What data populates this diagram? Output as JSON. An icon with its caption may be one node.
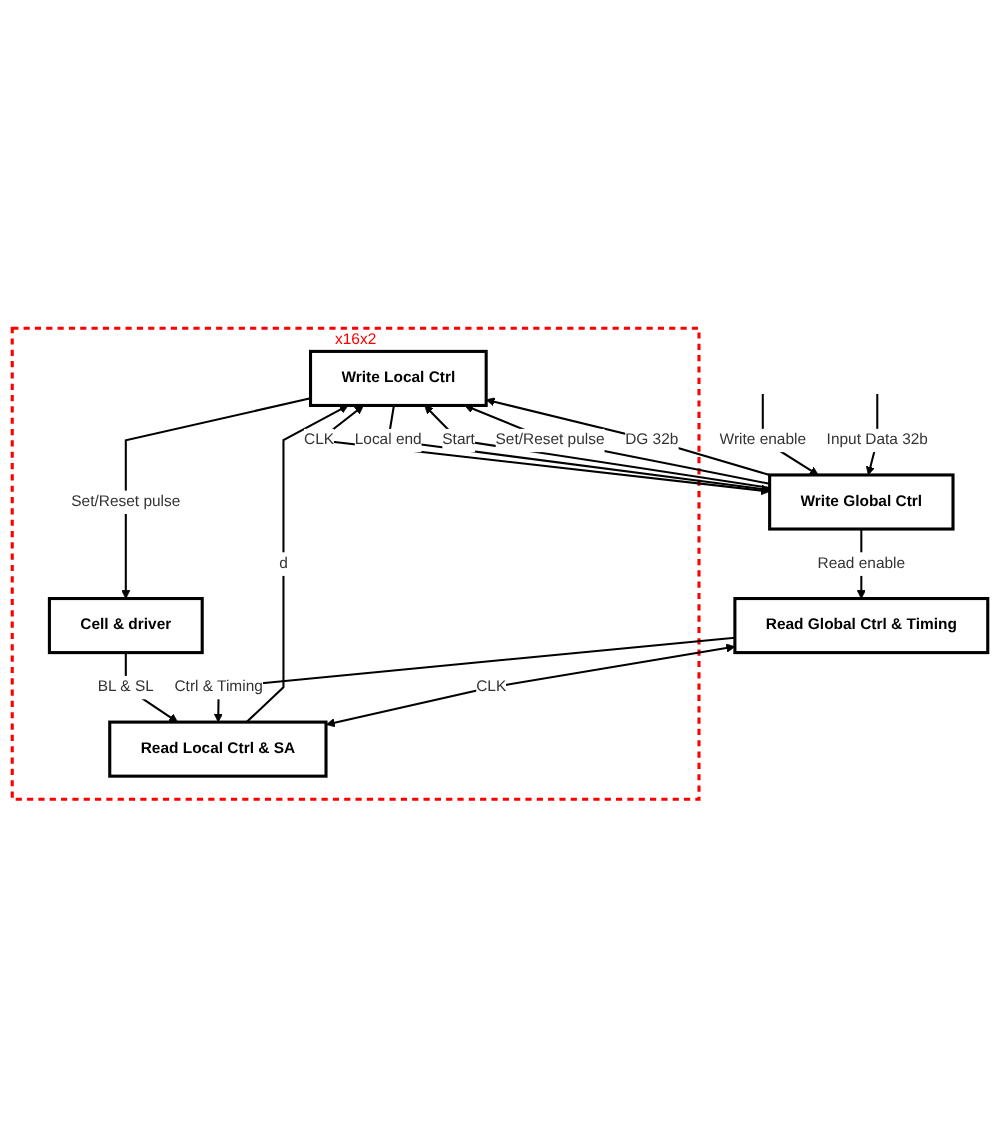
{
  "diagram": {
    "nodes": [
      {
        "text": [
          "x16x2"
        ]
      },
      {
        "text": [
          "Write Local Ctrl"
        ],
        "in": 0
      },
      {
        "text": [
          "Write Global Ctrl"
        ]
      },
      {
        "text": [
          "Cell & driver"
        ],
        "in": 0
      },
      {
        "text": [
          "Read Local Ctrl & SA"
        ],
        "in": 0
      },
      {
        "text": [
          "Read Global Ctrl & Timing"
        ]
      }
    ],
    "edges": [
      {
        "from": 1,
        "to": 2,
        "arrow": "both",
        "label": "CLK"
      },
      {
        "from": 2,
        "to": 1,
        "arrow": "to",
        "label": "Start"
      },
      {
        "from": 1,
        "to": 2,
        "arrow": "to",
        "label": "Local end"
      },
      {
        "from": 2,
        "to": 1,
        "arrow": "to",
        "label": "Set/Reset pulse"
      },
      {
        "from": 2,
        "to": 1,
        "arrow": "to",
        "label": "DG 32b"
      },
      {
        "from": null,
        "to": 2,
        "arrow": "to",
        "label": "Write enable"
      },
      {
        "from": null,
        "to": 2,
        "arrow": "to",
        "label": "Input Data 32b"
      },
      {
        "from": 2,
        "to": 5,
        "arrow": "to",
        "label": "Read enable"
      },
      {
        "from": 1,
        "to": 3,
        "arrow": "to",
        "label": "Set/Reset pulse"
      },
      {
        "from": 4,
        "to": 1,
        "arrow": "to",
        "label": "d"
      },
      {
        "from": 4,
        "to": 5,
        "arrow": "both",
        "label": "CLK"
      },
      {
        "from": 3,
        "to": 4,
        "arrow": "to",
        "label": "BL & SL"
      },
      {
        "from": 5,
        "to": 4,
        "arrow": "to",
        "label": "Ctrl & Timing"
      }
    ]
  }
}
